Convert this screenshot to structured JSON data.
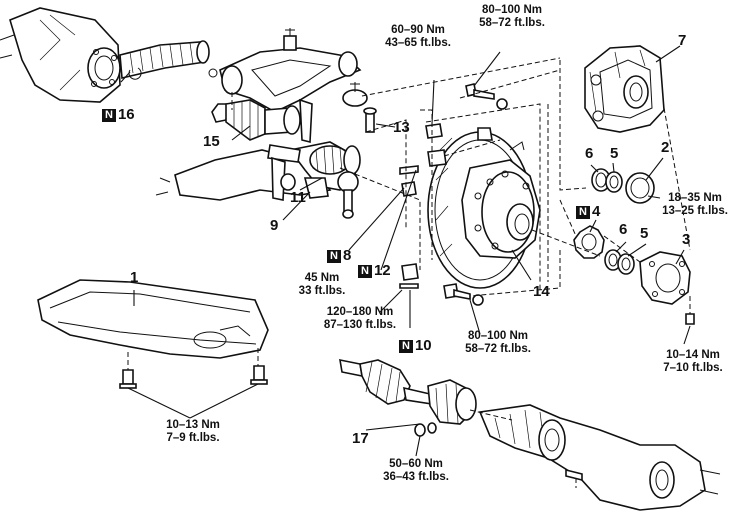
{
  "callouts": {
    "c1": {
      "num": "1"
    },
    "c2": {
      "num": "2"
    },
    "c3": {
      "num": "3"
    },
    "c4": {
      "badge": "N",
      "num": "4"
    },
    "c5a": {
      "num": "5"
    },
    "c5b": {
      "num": "5"
    },
    "c6a": {
      "num": "6"
    },
    "c6b": {
      "num": "6"
    },
    "c7": {
      "num": "7"
    },
    "c8": {
      "badge": "N",
      "num": "8"
    },
    "c9": {
      "num": "9"
    },
    "c10": {
      "badge": "N",
      "num": "10"
    },
    "c11": {
      "num": "11"
    },
    "c12": {
      "badge": "N",
      "num": "12"
    },
    "c13": {
      "num": "13"
    },
    "c14": {
      "num": "14"
    },
    "c15": {
      "num": "15"
    },
    "c16": {
      "badge": "N",
      "num": "16"
    },
    "c17": {
      "num": "17"
    }
  },
  "torques": {
    "t_top_center": {
      "nm": "60–90 Nm",
      "ftlb": "43–65 ft.lbs."
    },
    "t_top_right": {
      "nm": "80–100 Nm",
      "ftlb": "58–72 ft.lbs."
    },
    "t_right_mid": {
      "nm": "18–35 Nm",
      "ftlb": "13–25 ft.lbs."
    },
    "t_left_mid": {
      "nm": "45 Nm",
      "ftlb": "33 ft.lbs."
    },
    "t_mid": {
      "nm": "120–180 Nm",
      "ftlb": "87–130 ft.lbs."
    },
    "t_mid_lower": {
      "nm": "80–100 Nm",
      "ftlb": "58–72 ft.lbs."
    },
    "t_right_low": {
      "nm": "10–14 Nm",
      "ftlb": "7–10 ft.lbs."
    },
    "t_skid": {
      "nm": "10–13 Nm",
      "ftlb": "7–9 ft.lbs."
    },
    "t_bottom": {
      "nm": "50–60 Nm",
      "ftlb": "36–43 ft.lbs."
    }
  }
}
